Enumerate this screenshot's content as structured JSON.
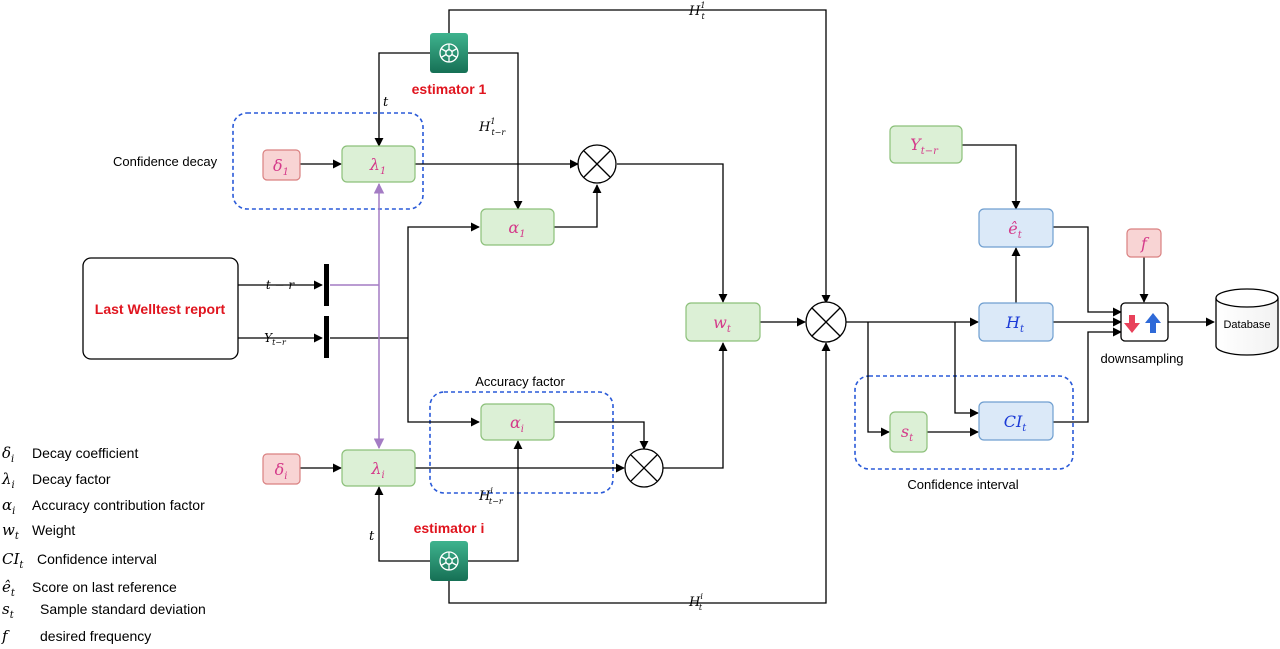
{
  "estimators": {
    "top_label": "estimator 1",
    "bottom_label": "estimator i"
  },
  "source": {
    "label": "Last Welltest report",
    "out_top": "t − r",
    "out_bottom": "Y",
    "out_bottom_sub": "t−r"
  },
  "groups": {
    "confidence_decay": "Confidence decay",
    "accuracy_factor": "Accuracy factor",
    "confidence_interval": "Confidence interval"
  },
  "nodes": {
    "delta1": {
      "base": "δ",
      "sub": "1"
    },
    "lambda1": {
      "base": "λ",
      "sub": "1"
    },
    "alpha1": {
      "base": "α",
      "sub": "1"
    },
    "deltai": {
      "base": "δ",
      "sub": "i"
    },
    "lambdai": {
      "base": "λ",
      "sub": "i"
    },
    "alphai": {
      "base": "α",
      "sub": "i"
    },
    "wt": {
      "base": "w",
      "sub": "t"
    },
    "yt": {
      "base": "Y",
      "sub": "t−r"
    },
    "et": {
      "base": "ê",
      "sub": "t"
    },
    "ht": {
      "base": "H",
      "sub": "t"
    },
    "st": {
      "base": "s",
      "sub": "t"
    },
    "cit": {
      "base": "CI",
      "sub": "t"
    },
    "f": {
      "base": "f",
      "sub": ""
    }
  },
  "edge_labels": {
    "h1t": {
      "base": "H",
      "sub": "t",
      "sup": "1"
    },
    "h1tr": {
      "base": "H",
      "sub": "t−r",
      "sup": "1"
    },
    "hit": {
      "base": "H",
      "sub": "t",
      "sup": "i"
    },
    "hitr": {
      "base": "H",
      "sub": "t−r",
      "sup": "i"
    },
    "t_top": "t",
    "t_bottom": "t"
  },
  "downsampling": "downsampling",
  "database": "Database",
  "legend": [
    {
      "sym": "δ",
      "sub": "i",
      "text": "Decay coefficient"
    },
    {
      "sym": "λ",
      "sub": "i",
      "text": "Decay factor"
    },
    {
      "sym": "α",
      "sub": "i",
      "text": "Accuracy contribution factor"
    },
    {
      "sym": "w",
      "sub": "t",
      "text": "Weight"
    },
    {
      "sym": "CI",
      "sub": "t",
      "text": "Confidence interval"
    },
    {
      "sym": "ê",
      "sub": "t",
      "text": "Score on last reference"
    },
    {
      "sym": "s",
      "sub": "t",
      "text": "Sample standard deviation"
    },
    {
      "sym": "f",
      "sub": "",
      "text": "desired frequency"
    }
  ],
  "colors": {
    "green_fill": "#dcf0d6",
    "green_stroke": "#8cc07a",
    "blue_fill": "#dbe9f8",
    "blue_stroke": "#6f9fd0",
    "red_fill": "#f8d4d4",
    "red_stroke": "#d98080",
    "pink_text": "#d43a8a",
    "blue_text": "#1a3ad6",
    "estimator_red": "#e0141e",
    "dash_blue": "#2a5ad8",
    "purple_line": "#a47cc4",
    "estimator_green": "#1f8a6a"
  }
}
